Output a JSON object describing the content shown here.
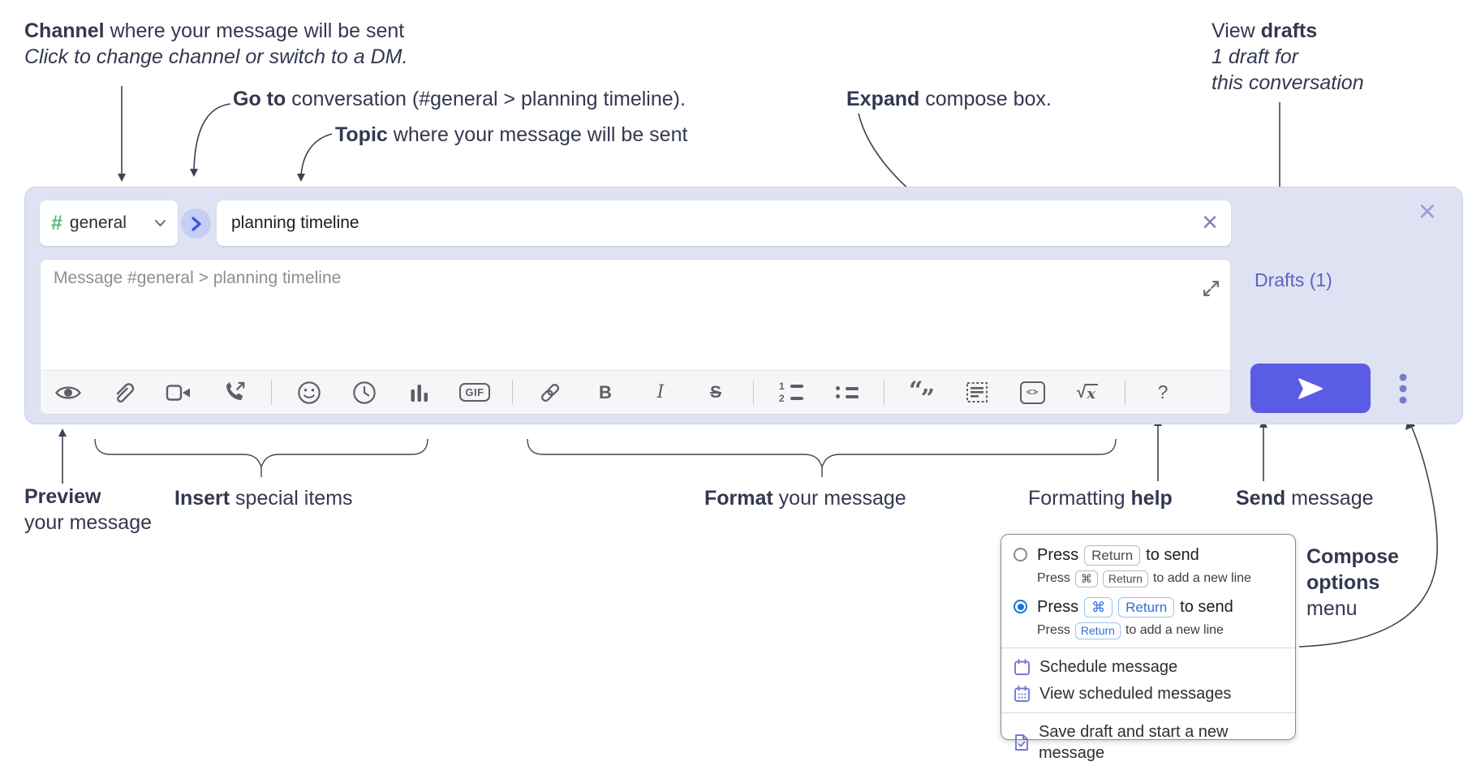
{
  "annotations": {
    "channel": {
      "bold": "Channel",
      "rest": " where your message will be sent",
      "line2": "Click to change channel or switch to a DM."
    },
    "goto": {
      "bold": "Go to",
      "rest": " conversation (#general > planning timeline)."
    },
    "topic": {
      "bold": "Topic",
      "rest": " where your message will be sent"
    },
    "expand": {
      "bold": "Expand",
      "rest": " compose box."
    },
    "view_drafts": {
      "pre": "View ",
      "bold": "drafts",
      "line2": "1 draft for",
      "line3": "this conversation"
    },
    "preview": {
      "bold": "Preview",
      "line2": "your message"
    },
    "insert": {
      "bold": "Insert",
      "rest": " special items"
    },
    "format": {
      "bold": "Format",
      "rest": " your message"
    },
    "help": {
      "pre": "Formatting ",
      "bold": "help"
    },
    "send": {
      "bold": "Send",
      "rest": " message"
    },
    "compose_menu": {
      "line1": "Compose",
      "line2": "options",
      "line3": "menu"
    }
  },
  "compose": {
    "channel_hash": "#",
    "channel_name": "general",
    "topic_value": "planning timeline",
    "message_placeholder": "Message #general > planning timeline",
    "drafts_label": "Drafts (1)",
    "toolbar": {
      "gif": "GIF",
      "bold": "B",
      "italic": "I",
      "strike": "S",
      "ol1": "1",
      "ol2": "2",
      "code": "<>",
      "math_sqrt": "√",
      "math_var": "x",
      "help": "?"
    },
    "icons": [
      "preview-eye",
      "attach-paperclip",
      "video-call-camera",
      "voice-call-phone",
      "emoji-smiley",
      "global-time-clock",
      "poll-bar-chart",
      "gif-badge",
      "link-chain",
      "bold",
      "italic",
      "strikethrough",
      "numbered-list",
      "bulleted-list",
      "quote",
      "spoiler",
      "code",
      "math",
      "help",
      "expand-diagonal-arrows",
      "send-paper-plane",
      "vertical-dots",
      "close-x",
      "clear-x",
      "chevron-down",
      "chevron-right-circle"
    ]
  },
  "glyphs": {
    "close_x": "×",
    "clear_x": "×"
  },
  "popup": {
    "option1": {
      "press": "Press",
      "key": "Return",
      "tail": "to send",
      "sub_press": "Press",
      "sub_key1": "⌘",
      "sub_key2": "Return",
      "sub_tail": "to add a new line"
    },
    "option2": {
      "press": "Press",
      "key1": "⌘",
      "key2": "Return",
      "tail": "to send",
      "sub_press": "Press",
      "sub_key": "Return",
      "sub_tail": "to add a new line"
    },
    "items": [
      {
        "label": "Schedule message"
      },
      {
        "label": "View scheduled messages"
      },
      {
        "label": "Save draft and start a new message"
      }
    ]
  },
  "colors": {
    "container": "#dfe2f2",
    "send_button": "#5b5ce5",
    "drafts_link": "#5d64c0",
    "hash_green": "#54b97f",
    "go_circle": "#c6cdf6",
    "go_chevron": "#3d55d8",
    "key_blue": "#2e6fdc",
    "radio_blue": "#1b72d9",
    "menu_icon_purple": "#7478d2"
  }
}
